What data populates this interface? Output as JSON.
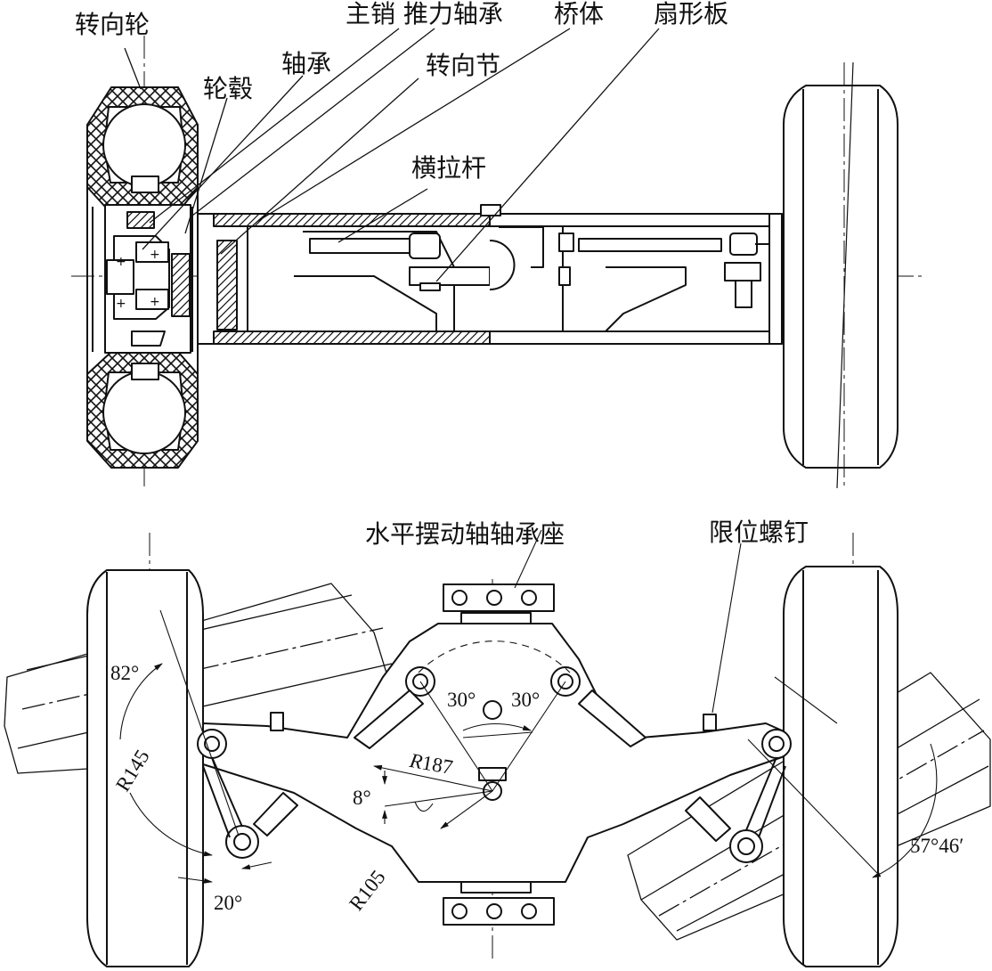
{
  "labels": {
    "steering_wheel": "转向轮",
    "kingpin_thrust_bearing": "主销 推力轴承",
    "axle_body": "桥体",
    "sector_plate": "扇形板",
    "hub": "轮毂",
    "bearing": "轴承",
    "steering_knuckle": "转向节",
    "tie_rod": "横拉杆",
    "pivot_bearing_seat": "水平摆动轴轴承座",
    "limit_screw": "限位螺钉"
  },
  "dimensions": {
    "angle_82": "82°",
    "angle_30_left": "30°",
    "angle_30_right": "30°",
    "radius_187_prefix": "R",
    "radius_187_value": "187",
    "angle_8": "8°",
    "radius_145": "R145",
    "radius_105": "R105",
    "angle_20": "20°",
    "angle_57": "57°46′"
  },
  "colors": {
    "line": "#111111",
    "background": "#ffffff"
  }
}
